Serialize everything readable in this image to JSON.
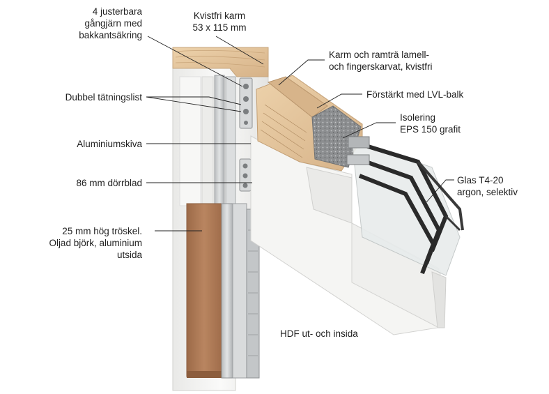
{
  "labels": {
    "hinges": "4 justerbara\ngångjärn med\nbakkantsäkring",
    "frame": "Kvistfri karm\n53 x 115 mm",
    "wood": "Karm och ramträ lamell-\noch fingerskarvat, kvistfri",
    "seal": "Dubbel tätningslist",
    "lvl": "Förstärkt med LVL-balk",
    "insulation": "Isolering\nEPS 150 grafit",
    "aluminium": "Aluminiumskiva",
    "glass": "Glas T4-20\nargon, selektiv",
    "leaf": "86 mm dörrblad",
    "threshold": "25 mm hög tröskel.\nOljad björk, aluminium\nutsida",
    "hdf": "HDF ut- och insida"
  },
  "colors": {
    "wood_end": "#e3c39a",
    "threshold_wood": "#b07a55",
    "eps": "#8f9193",
    "white_body": "#f4f4f2",
    "aluminium": "#c9cbcc",
    "glass_edge": "#2a2a2a",
    "leader": "#222222"
  }
}
